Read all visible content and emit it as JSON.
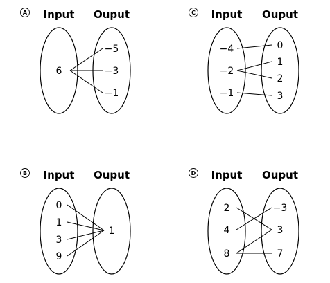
{
  "panels": [
    {
      "id": "a",
      "badge": "A",
      "input_header": "Input",
      "output_header": "Ouput",
      "inputs": [
        "6"
      ],
      "outputs": [
        "−5",
        "−3",
        "−1"
      ],
      "mappings": [
        [
          0,
          0
        ],
        [
          0,
          1
        ],
        [
          0,
          2
        ]
      ]
    },
    {
      "id": "c",
      "badge": "C",
      "input_header": "Input",
      "output_header": "Ouput",
      "inputs": [
        "−4",
        "−2",
        "−1"
      ],
      "outputs": [
        "0",
        "1",
        "2",
        "3"
      ],
      "mappings": [
        [
          0,
          0
        ],
        [
          1,
          1
        ],
        [
          1,
          2
        ],
        [
          2,
          3
        ]
      ]
    },
    {
      "id": "b",
      "badge": "B",
      "input_header": "Input",
      "output_header": "Ouput",
      "inputs": [
        "0",
        "1",
        "3",
        "9"
      ],
      "outputs": [
        "1"
      ],
      "mappings": [
        [
          0,
          0
        ],
        [
          1,
          0
        ],
        [
          2,
          0
        ],
        [
          3,
          0
        ]
      ]
    },
    {
      "id": "d",
      "badge": "D",
      "input_header": "Input",
      "output_header": "Ouput",
      "inputs": [
        "2",
        "4",
        "8"
      ],
      "outputs": [
        "−3",
        "3",
        "7"
      ],
      "mappings": [
        [
          0,
          1
        ],
        [
          1,
          0
        ],
        [
          2,
          1
        ],
        [
          2,
          2
        ]
      ]
    }
  ]
}
